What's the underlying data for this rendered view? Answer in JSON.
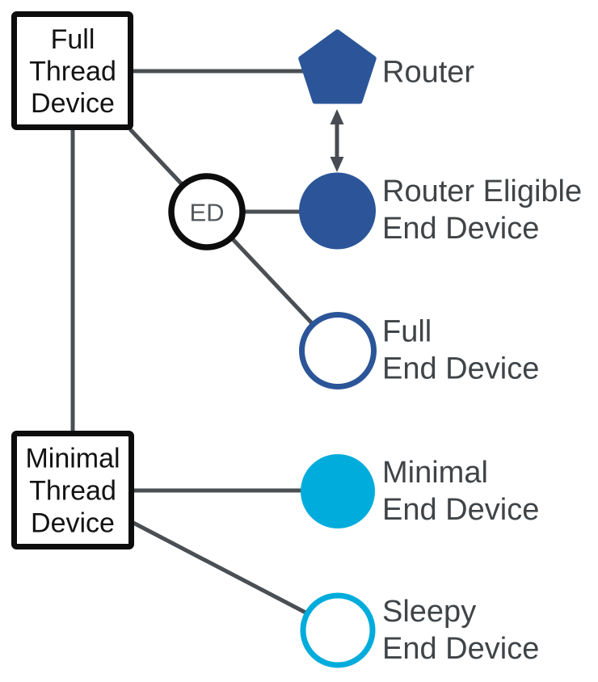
{
  "colors": {
    "node_blue": "#2B5598",
    "node_cyan": "#00ACDC",
    "edge_gray": "#4A4F54",
    "arrow_gray": "#474C52",
    "label_gray": "#404447",
    "ed_text_gray": "#54585C",
    "box_stroke_black": "#0D0D0D",
    "box_text_black": "#131313",
    "node_fill_white": "#FFFFFF",
    "background": "#FFFFFF"
  },
  "nodes": {
    "full_thread_device": {
      "lines": [
        "Full",
        "Thread",
        "Device"
      ]
    },
    "minimal_thread_device": {
      "lines": [
        "Minimal",
        "Thread",
        "Device"
      ]
    },
    "end_device_badge": {
      "label": "ED"
    },
    "router": {
      "label": "Router"
    },
    "router_eligible_end_device": {
      "lines": [
        "Router Eligible",
        "End Device"
      ]
    },
    "full_end_device": {
      "lines": [
        "Full",
        "End Device"
      ]
    },
    "minimal_end_device": {
      "lines": [
        "Minimal",
        "End Device"
      ]
    },
    "sleepy_end_device": {
      "lines": [
        "Sleepy",
        "End Device"
      ]
    }
  }
}
